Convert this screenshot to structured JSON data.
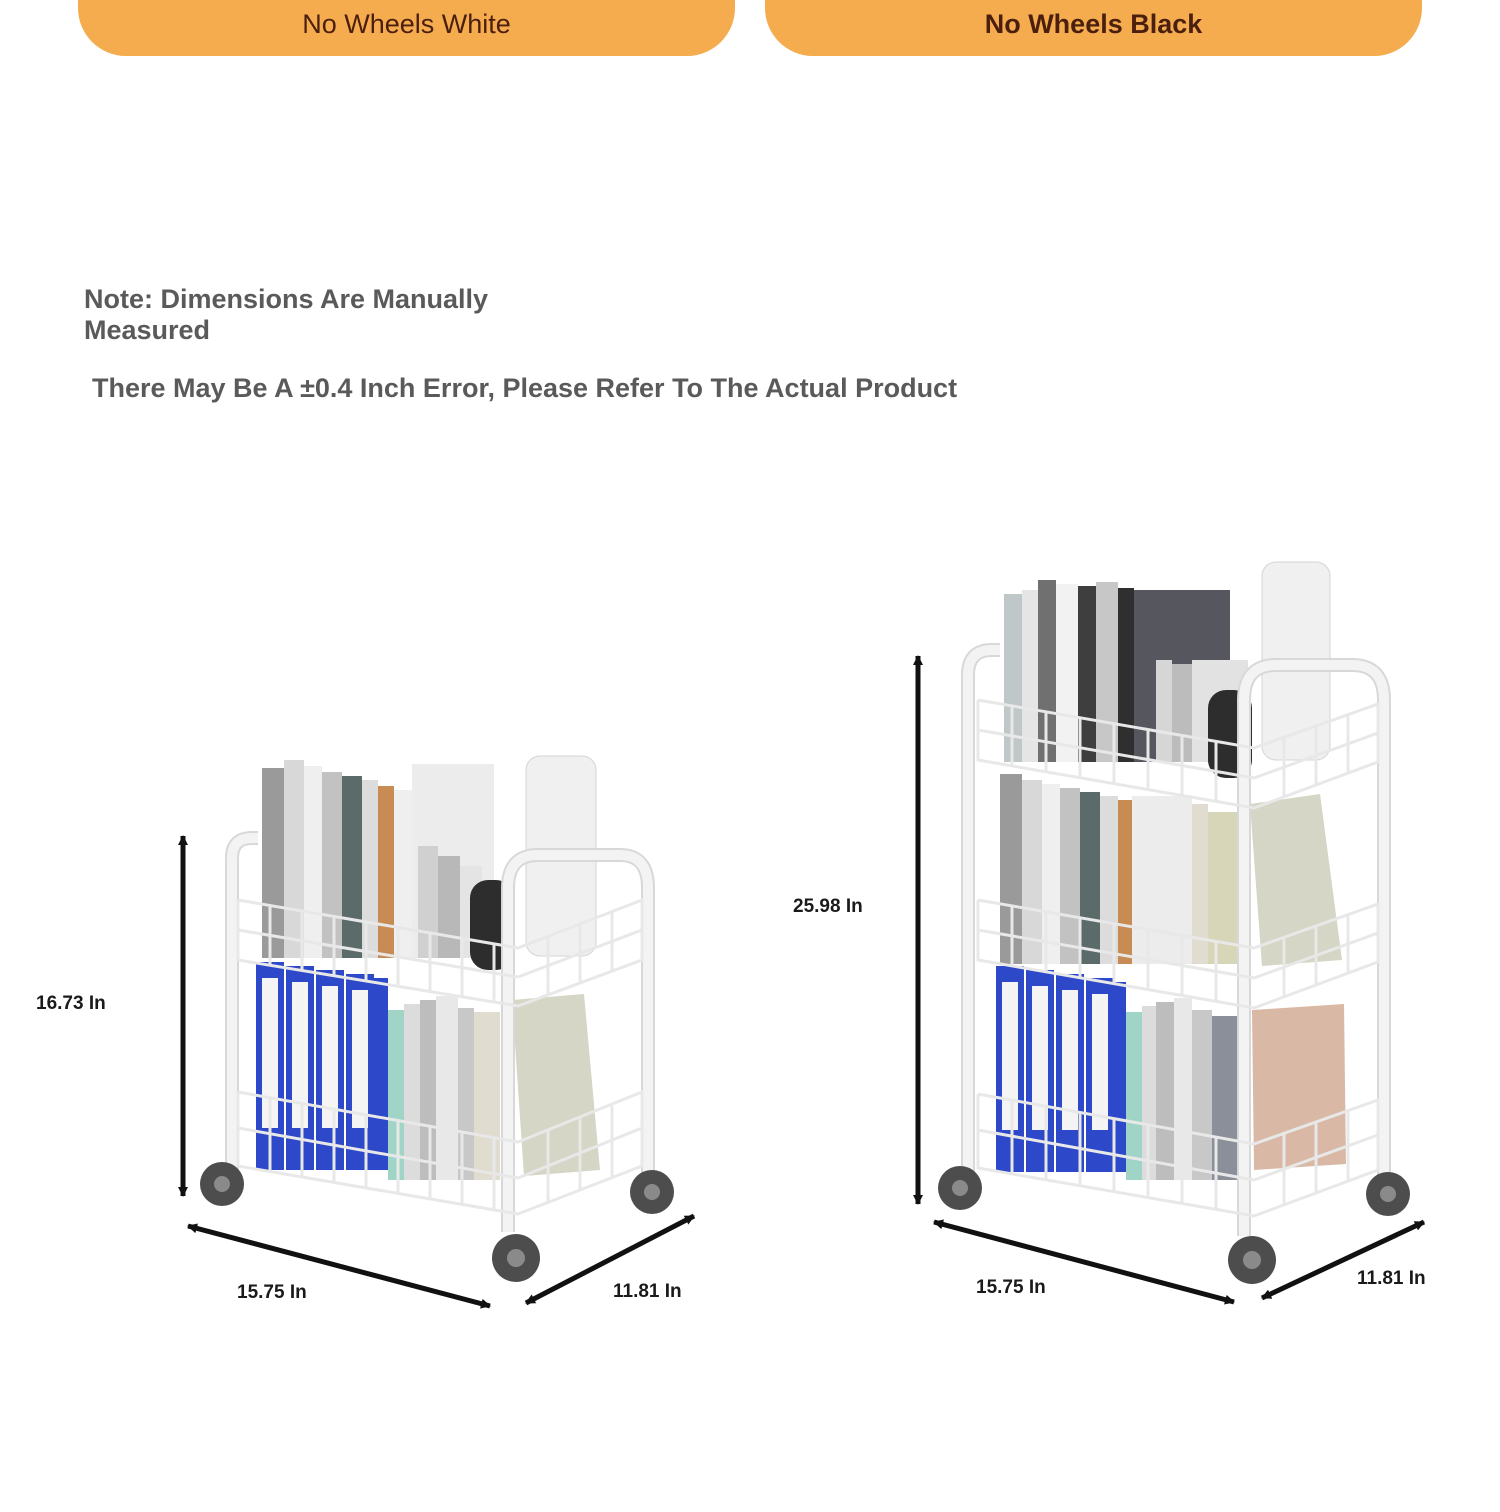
{
  "tabs": {
    "no_wheels_white": "No Wheels White",
    "no_wheels_black": "No Wheels Black"
  },
  "note": {
    "title": "Note: Dimensions Are Manually Measured",
    "detail": "There May Be A ±0.4 Inch Error, Please Refer To The Actual Product"
  },
  "product_small": {
    "height": "16.73 In",
    "width": "15.75 In",
    "depth": "11.81 In"
  },
  "product_large": {
    "height": "25.98 In",
    "width": "15.75 In",
    "depth": "11.81 In"
  },
  "colors": {
    "tab_bg": "#f4ac4f",
    "tab_text": "#4a1f0e",
    "note_text": "#5a5a5a",
    "binder_blue": "#2d48c9",
    "frame_white": "#f3f3f3",
    "caster": "#4d4d4d"
  }
}
